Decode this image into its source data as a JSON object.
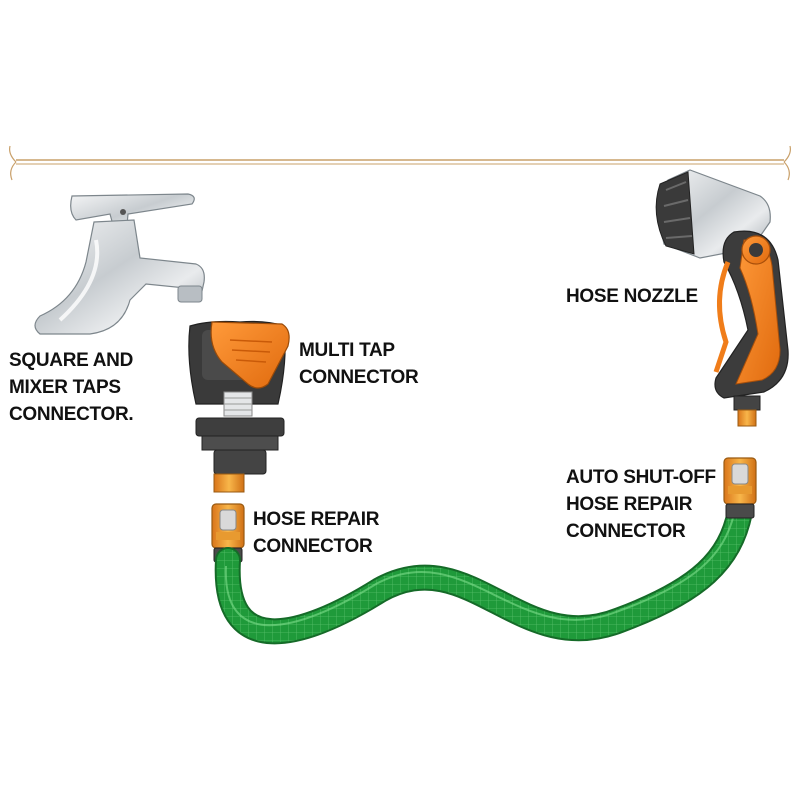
{
  "labels": {
    "square_mixer": [
      "SQUARE AND",
      "MIXER TAPS",
      "CONNECTOR."
    ],
    "multi_tap": [
      "MULTI TAP",
      "CONNECTOR"
    ],
    "hose_repair": [
      "HOSE REPAIR",
      "CONNECTOR"
    ],
    "hose_nozzle": [
      "HOSE NOZZLE"
    ],
    "auto_shutoff": [
      "AUTO SHUT-OFF",
      "HOSE REPAIR",
      "CONNECTOR"
    ]
  },
  "colors": {
    "divider": "#c9a06a",
    "hose_green": "#1f9a3a",
    "connector_orange": "#f0a020",
    "nozzle_orange": "#f07d1a",
    "chrome": "#cfd3d6",
    "dark_plastic": "#3c3c3c"
  },
  "icons": [
    "faucet-icon",
    "multi-tap-connector-icon",
    "hose-repair-connector-icon",
    "garden-hose-icon",
    "auto-shutoff-connector-icon",
    "hose-nozzle-icon"
  ]
}
